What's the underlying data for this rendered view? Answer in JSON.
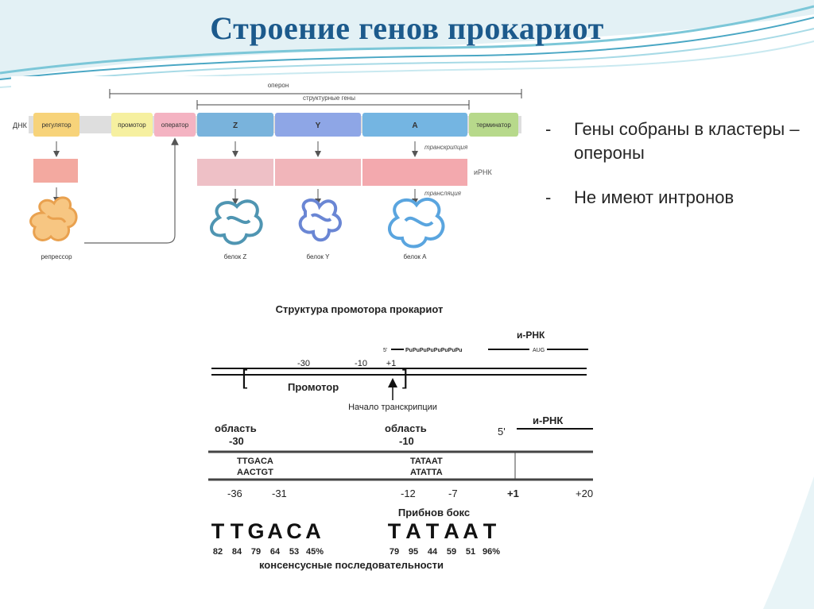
{
  "slide": {
    "title": "Строение генов  прокариот",
    "bullets": [
      {
        "dash": "-",
        "text": "Гены собраны в кластеры – опероны"
      },
      {
        "dash": "-",
        "text": "Не имеют интронов"
      }
    ]
  },
  "operon_diagram": {
    "operon_label": "оперон",
    "structural_genes_label": "структурные гены",
    "dna_label": "ДНК",
    "regulator_label": "регулятор",
    "promoter_label": "промотор",
    "operator_label": "оператор",
    "gene_labels": [
      "Z",
      "Y",
      "A"
    ],
    "terminator_label": "терминатор",
    "transcription_label": "транскрипция",
    "mrna_label": "иРНК",
    "translation_label": "трансляция",
    "repressor_label": "репрессор",
    "protein_labels": [
      "белок Z",
      "белок Y",
      "белок A"
    ],
    "colors": {
      "regulator": "#f7d37a",
      "promoter": "#f6f0a0",
      "operator": "#f4b3c2",
      "gene_z": "#79b3dc",
      "gene_y": "#8ea6e6",
      "gene_a": "#74b5e2",
      "terminator": "#b7d98b",
      "mrna_z": "#eec0c6",
      "mrna_y": "#f1b5ba",
      "mrna_a": "#f3a9ae",
      "repressor_fill": "#f7c682",
      "protein_z": "#4f95b2",
      "protein_y": "#6a86d4",
      "protein_a": "#5aa5df"
    }
  },
  "promoter_diagram": {
    "title": "Структура промотора прокариот",
    "mrna_label_top": "и-РНК",
    "five_prime_top": "5'",
    "pu_sequence": "PuPuPuPuPuPuPuPu",
    "aug_label": "AUG",
    "pos_minus30": "-30",
    "pos_minus10": "-10",
    "pos_plus1": "+1",
    "promoter_label": "Промотор",
    "start_label": "Начало транскрипции",
    "region30_label": "область",
    "region30_num": "-30",
    "region10_label": "область",
    "region10_num": "-10",
    "five_prime_bottom": "5'",
    "mrna_label_bottom": "и-РНК",
    "seq_top_35": "TTGACA",
    "seq_bottom_35": "AACTGT",
    "seq_top_10": "TATAAT",
    "seq_bottom_10": "ATATTA",
    "coord_labels": [
      "-36",
      "-31",
      "-12",
      "-7",
      "+1",
      "+20"
    ],
    "pribnow_label": "Прибнов бокс",
    "consensus_35_letters": [
      "T",
      "T",
      "G",
      "A",
      "C",
      "A"
    ],
    "consensus_10_letters": [
      "T",
      "A",
      "T",
      "A",
      "A",
      "T"
    ],
    "percent_35": [
      "82",
      "84",
      "79",
      "64",
      "53",
      "45%"
    ],
    "percent_10": [
      "79",
      "95",
      "44",
      "59",
      "51",
      "96%"
    ],
    "consensus_caption": "консенсусные последовательности"
  }
}
